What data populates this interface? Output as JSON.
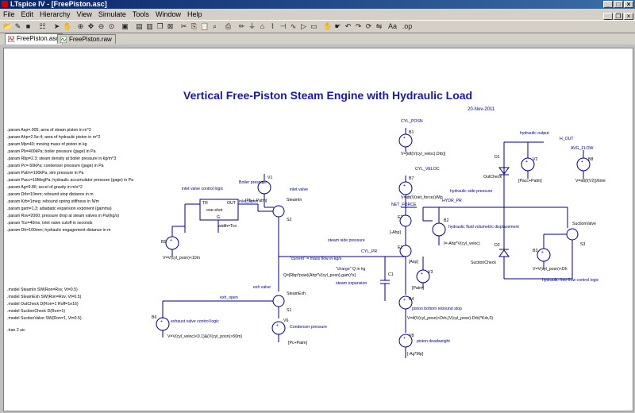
{
  "window": {
    "title": "LTspice IV - [FreePiston.asc]"
  },
  "menu": [
    "File",
    "Edit",
    "Hierarchy",
    "View",
    "Simulate",
    "Tools",
    "Window",
    "Help"
  ],
  "tabs": [
    {
      "label": "FreePiston.asc",
      "active": true
    },
    {
      "label": "FreePiston.raw",
      "active": false
    }
  ],
  "schematic": {
    "title": "Vertical Free-Piston Steam Engine with Hydraulic Load",
    "date": "20-Nov-2011",
    "params": [
      ".param Asp=.005; area of steam piston in m^2",
      ".param Ahp=2.5e-4; area of hydraulic piston in m^2",
      ".param Mp=40; moving mass of piston in kg",
      ".param Pb=400kPa; boiler pressure (gage) in Pa",
      ".param Rbp=2.3; steam density at boiler pressure in kg/m^3",
      ".param Pc=-50kPa; condenser pressure (gage) in Pa",
      ".param Patm=100kPa; stm pressure in Pa",
      ".param Pacc=10MegPa; hydraulic accumulator pressure (gage) in Pa",
      ".param Ag=9.86; accel of gravity in m/s^2",
      ".param Drb=10mm; rebound stop distance in m",
      ".param Krb=1meg; rebound spring stiffness in N/m",
      ".param gam=1.3; adiabatic expansion exponent (gamma)",
      ".param Rsv=2000; pressure drop at steam valves in Pa/(kg/s)",
      ".param Tco=40ms; inlet valve cutoff in seconds",
      ".param Dh=100mm; hydraulic engagement distance in m"
    ],
    "models": [
      ".model SteamIn SW(Ron=Rsv, Vt=0.5)",
      ".model SteamExh SW(Ron=Rsv, Vt=0.5)",
      ".model OutCheck D(Ron=1 Roff=1e16)",
      ".model SuctionCheck D(Ron=1)",
      ".model SuctionValve SW(Ron=1, Vt=0.5)"
    ],
    "tran": ".tran 2 uic",
    "labels": {
      "v1": "V1",
      "boiler_pressure": "Boiler pressure",
      "v1_value": "[Pb + Patm]",
      "inlet_valve": "inlet valve",
      "steamin": "SteamIn",
      "s2": "S2",
      "inlet_control": "inlet valve control logic",
      "one_tr": "TR",
      "one_out": "OUT",
      "one_shot": "one-shot",
      "one_g": "G",
      "one_width": "width=Tco",
      "inlet_open": "inlet_open",
      "b5": "B5",
      "b5_value": "V=V(cyl_posn)<10m",
      "cyl_posn": "CYL_POSN",
      "b1": "B1",
      "b1_value": "V=[idt(V(cyl_veloc),Drb)]",
      "cyl_veloc": "CYL_VELOC",
      "b7": "B7",
      "b7_value": "V=idt(V(net_force))/Mp",
      "net_force": "NET_FORCE",
      "e2": "E2",
      "e2_value": "[-Ahp]",
      "e1": "E1",
      "e1_value": "[Asp]",
      "steam_side_pressure": "steam side pressure",
      "cyl_pr": "CYL_PR",
      "current_note": "\"current\" = mass flow in kg/s",
      "charge_note": "\"charge\" Q in kg",
      "c1": "C1",
      "q_expr": "Q=[Rbp*pow((Ahp*V(cyl_posn),gam)*x]",
      "steam_expansion": "steam expansion",
      "v3": "V3",
      "v3_value": "[Patm]",
      "b4": "B4",
      "rebound_stop": "piston bottom rebound stop",
      "b4_value": "V=if(V(cyl_posn)<Drb,(V(cyl_posn)-Drb)*Krb,0)",
      "v8": "V8",
      "piston_deadweight": "piston deadweight",
      "v8_value": "[-Ag*Mp]",
      "hydr_side_pressure": "hydraulic side pressure",
      "hydr_pr": "HYDR_PR",
      "b2": "B2",
      "hydraulic_fluid": "hydraulic fluid volumetric displacement",
      "b2_value": "I=-Ahp*V(cyl_veloc)",
      "hydraulic_output": "hydraulic output",
      "h_out": "H_OUT",
      "d1": "D1",
      "outcheck": "OutCheck",
      "v2": "V2",
      "v2_value": "[Pacc+Patm]",
      "avg_flow": "AVG_FLOW",
      "b8": "B8",
      "b8_value": "V=idt(I(V2))/time",
      "d2": "D2",
      "suctioncheck": "SuctionCheck",
      "suctionvalve": "SuctionValve",
      "s3": "S3",
      "b3": "B3",
      "b3_value": "V=V(cyl_posn)<Dh",
      "free_flow": "hydraulic free-flow control logic",
      "exh_valve": "exh valve",
      "exh_open": "exh_open",
      "steamexh": "SteamExh",
      "s1": "S1",
      "b6": "B6",
      "exhaust_control": "exhaust valve control logic",
      "b6_value": "V=V(cyl_veloc)<0.1)&(V(cyl_posn)>50m)",
      "v6": "V6",
      "condenser_pressure": "Condenser pressure",
      "v6_value": "[Pc+Patm]"
    }
  },
  "colors": {
    "title_blue": "#1a1aa0",
    "wire": "#000080",
    "label": "#000080",
    "text": "#000000"
  }
}
